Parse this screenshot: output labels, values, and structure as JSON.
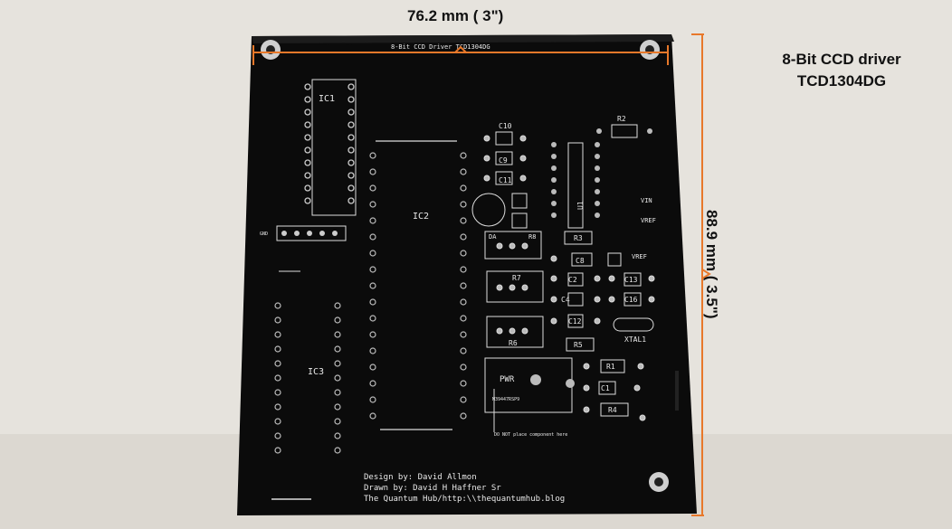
{
  "annotations": {
    "width_label": "76.2 mm ( 3\")",
    "height_label": "88.9 mm ( 3.5\")",
    "title_line1": "8-Bit CCD driver",
    "title_line2": "TCD1304DG",
    "dimension_color": "#e8782a"
  },
  "board": {
    "board_title": "8-Bit CCD Driver TCD1304DG",
    "ic_labels": [
      "IC1",
      "IC2",
      "IC3",
      "U1"
    ],
    "component_labels": [
      "C10",
      "C9",
      "C11",
      "C8",
      "C2",
      "C4",
      "C12",
      "C13",
      "C16",
      "C1",
      "R2",
      "R3",
      "R7",
      "R6",
      "R5",
      "R1",
      "R4",
      "R8",
      "DA",
      "XTAL1",
      "PWR",
      "VIN",
      "VREF",
      "VREF",
      "GND"
    ],
    "regulator_label": "M39447RSP9",
    "warning_note": "DO NOT place component here",
    "credit_line1": "Design by: David Allmon",
    "credit_line2": "Drawn by: David H Haffner Sr",
    "credit_line3": "The Quantum Hub/http:\\\\thequantumhub.blog"
  }
}
